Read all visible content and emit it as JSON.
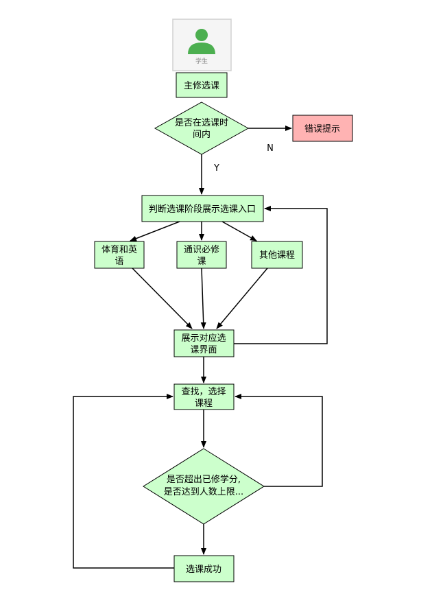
{
  "actor": {
    "label": "学生"
  },
  "nodes": {
    "major_select": "主修选课",
    "time_check_line1": "是否在选课时",
    "time_check_line2": "间内",
    "error": "错误提示",
    "judge_stage": "判断选课阶段展示选课入口",
    "pe_english_line1": "体育和英",
    "pe_english_line2": "语",
    "general_line1": "通识必修",
    "general_line2": "课",
    "other": "其他课程",
    "show_ui_line1": "展示对应选",
    "show_ui_line2": "课界面",
    "search_line1": "查找，选择",
    "search_line2": "课程",
    "limit_check_line1": "是否超出已修学分,",
    "limit_check_line2": "是否达到人数上限...",
    "success": "选课成功"
  },
  "edge_labels": {
    "no": "N",
    "yes": "Y"
  },
  "colors": {
    "green_fill": "#ccffcc",
    "green_fill_dark": "#b9f5b9",
    "red_fill": "#ffb3b3",
    "stroke": "#000000",
    "actor_green": "#4caf50",
    "actor_border": "#d0d0d0"
  }
}
